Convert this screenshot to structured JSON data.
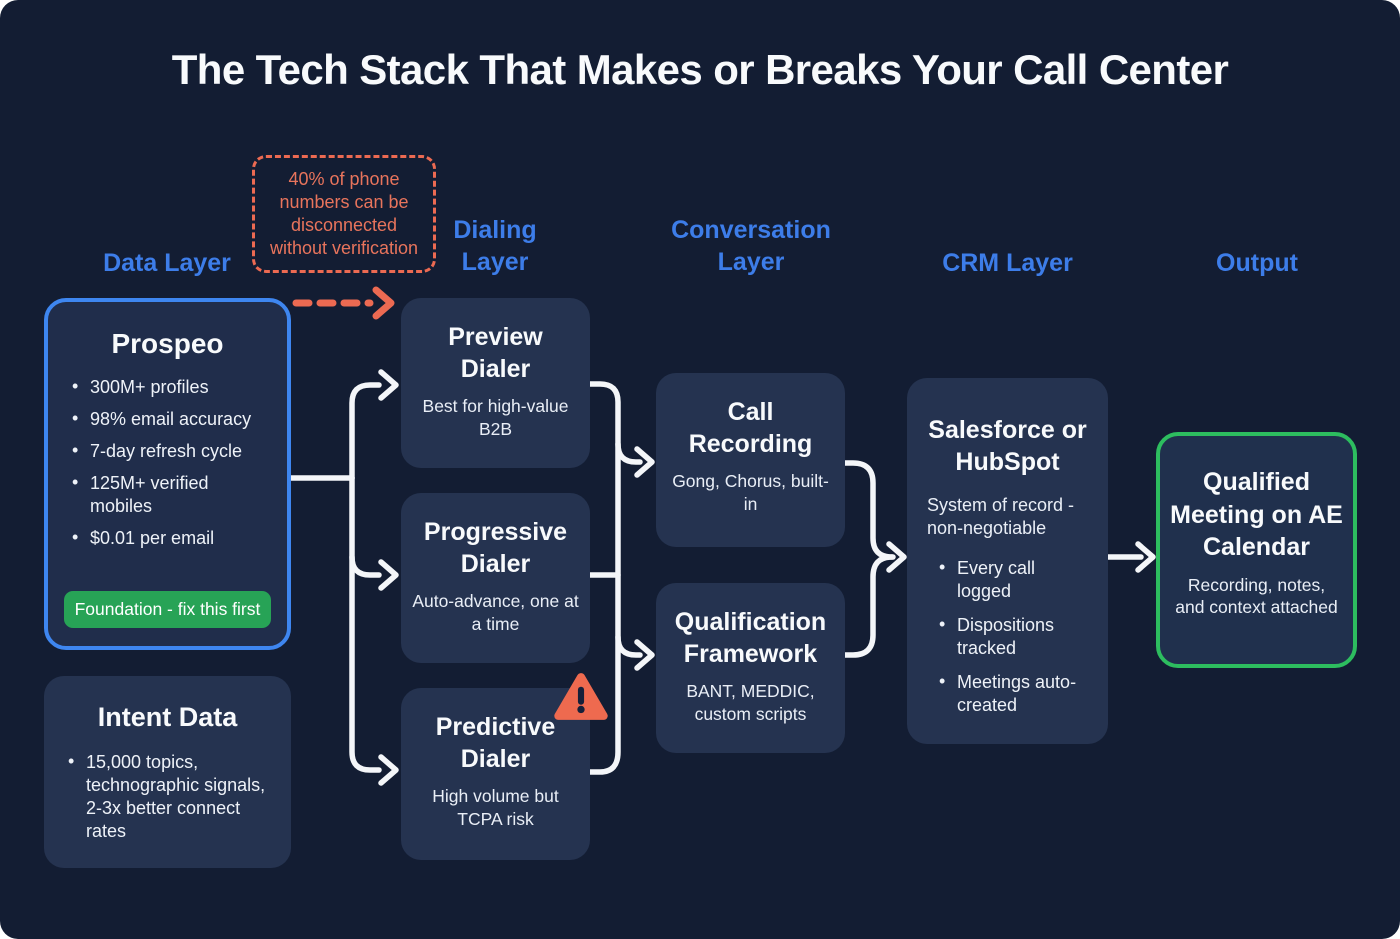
{
  "title": "The Tech Stack That Makes or Breaks Your Call Center",
  "warning_callout": {
    "text": "40% of phone numbers can be disconnected without verification"
  },
  "columns": {
    "data_layer": "Data Layer",
    "dialing_layer": "Dialing Layer",
    "conversation_layer": "Conversation Layer",
    "crm_layer": "CRM Layer",
    "output": "Output"
  },
  "boxes": {
    "prospeo": {
      "title": "Prospeo",
      "bullets": [
        "300M+ profiles",
        "98% email accuracy",
        "7-day refresh cycle",
        "125M+ verified mobiles",
        "$0.01 per email"
      ],
      "badge": "Foundation - fix this first"
    },
    "intent_data": {
      "title": "Intent Data",
      "bullets": [
        "15,000 topics, technographic signals, 2-3x better connect rates"
      ]
    },
    "preview_dialer": {
      "title": "Preview Dialer",
      "subtitle": "Best for high-value B2B"
    },
    "progressive_dialer": {
      "title": "Progressive Dialer",
      "subtitle": "Auto-advance, one at a time"
    },
    "predictive_dialer": {
      "title": "Predictive Dialer",
      "subtitle": "High volume but TCPA risk"
    },
    "call_recording": {
      "title": "Call Recording",
      "subtitle": "Gong, Chorus, built-in"
    },
    "qualification_framework": {
      "title": "Qualification Framework",
      "subtitle": "BANT, MEDDIC, custom scripts"
    },
    "crm": {
      "title": "Salesforce or HubSpot",
      "subtitle": "System of record - non-negotiable",
      "bullets": [
        "Every call logged",
        "Dispositions tracked",
        "Meetings auto-created"
      ]
    },
    "output": {
      "title": "Qualified Meeting on AE Calendar",
      "subtitle": "Recording, notes, and context attached"
    }
  },
  "icons": {
    "predictive_dialer_badge": "warning-triangle-icon"
  },
  "colors": {
    "background": "#131d33",
    "box_fill": "#253350",
    "header_blue": "#3d7de9",
    "data_box_border_blue": "#3e86f0",
    "output_box_border_green": "#2dbd5f",
    "badge_green": "#27a356",
    "warning_salmon": "#ec6a52",
    "wire_white": "#f4f6f9"
  }
}
